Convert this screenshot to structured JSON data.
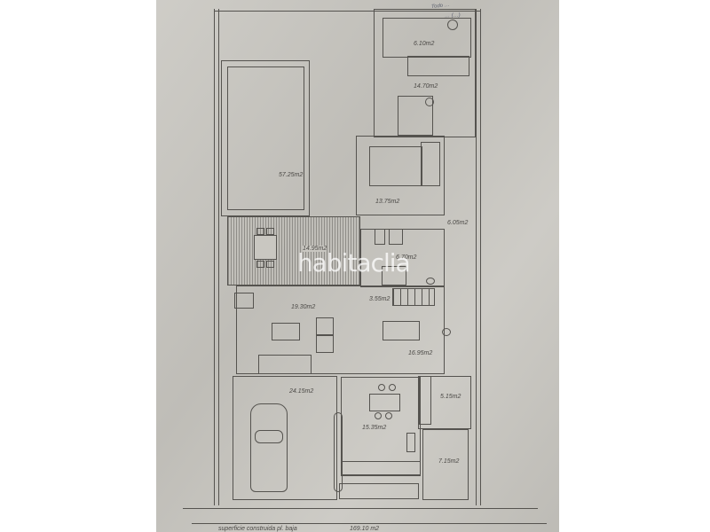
{
  "image": {
    "description": "Photograph of a paper architectural ground-floor plan",
    "watermark": "habitaclia"
  },
  "handwritten_notes": [
    "Todo …",
    "… (…)"
  ],
  "rooms": [
    {
      "id": "bath-top",
      "area": "6.10m2"
    },
    {
      "id": "bedroom-1",
      "area": "14.70m2"
    },
    {
      "id": "pool",
      "area": "57.25m2"
    },
    {
      "id": "bedroom-2",
      "area": "13.75m2"
    },
    {
      "id": "side-yard",
      "area": "6.05m2"
    },
    {
      "id": "terrace",
      "area": "14.95m2"
    },
    {
      "id": "bath-mid",
      "area": "6.70m2"
    },
    {
      "id": "living",
      "area": "19.30m2"
    },
    {
      "id": "hall",
      "area": "3.55m2"
    },
    {
      "id": "dining",
      "area": "16.95m2"
    },
    {
      "id": "garage",
      "area": "24.15m2"
    },
    {
      "id": "kitchen",
      "area": "15.35m2"
    },
    {
      "id": "laundry",
      "area": "5.15m2"
    },
    {
      "id": "porch",
      "area": "7.15m2"
    }
  ],
  "footer": {
    "label": "superficie construida pl. baja",
    "total": "169.10 m2"
  }
}
